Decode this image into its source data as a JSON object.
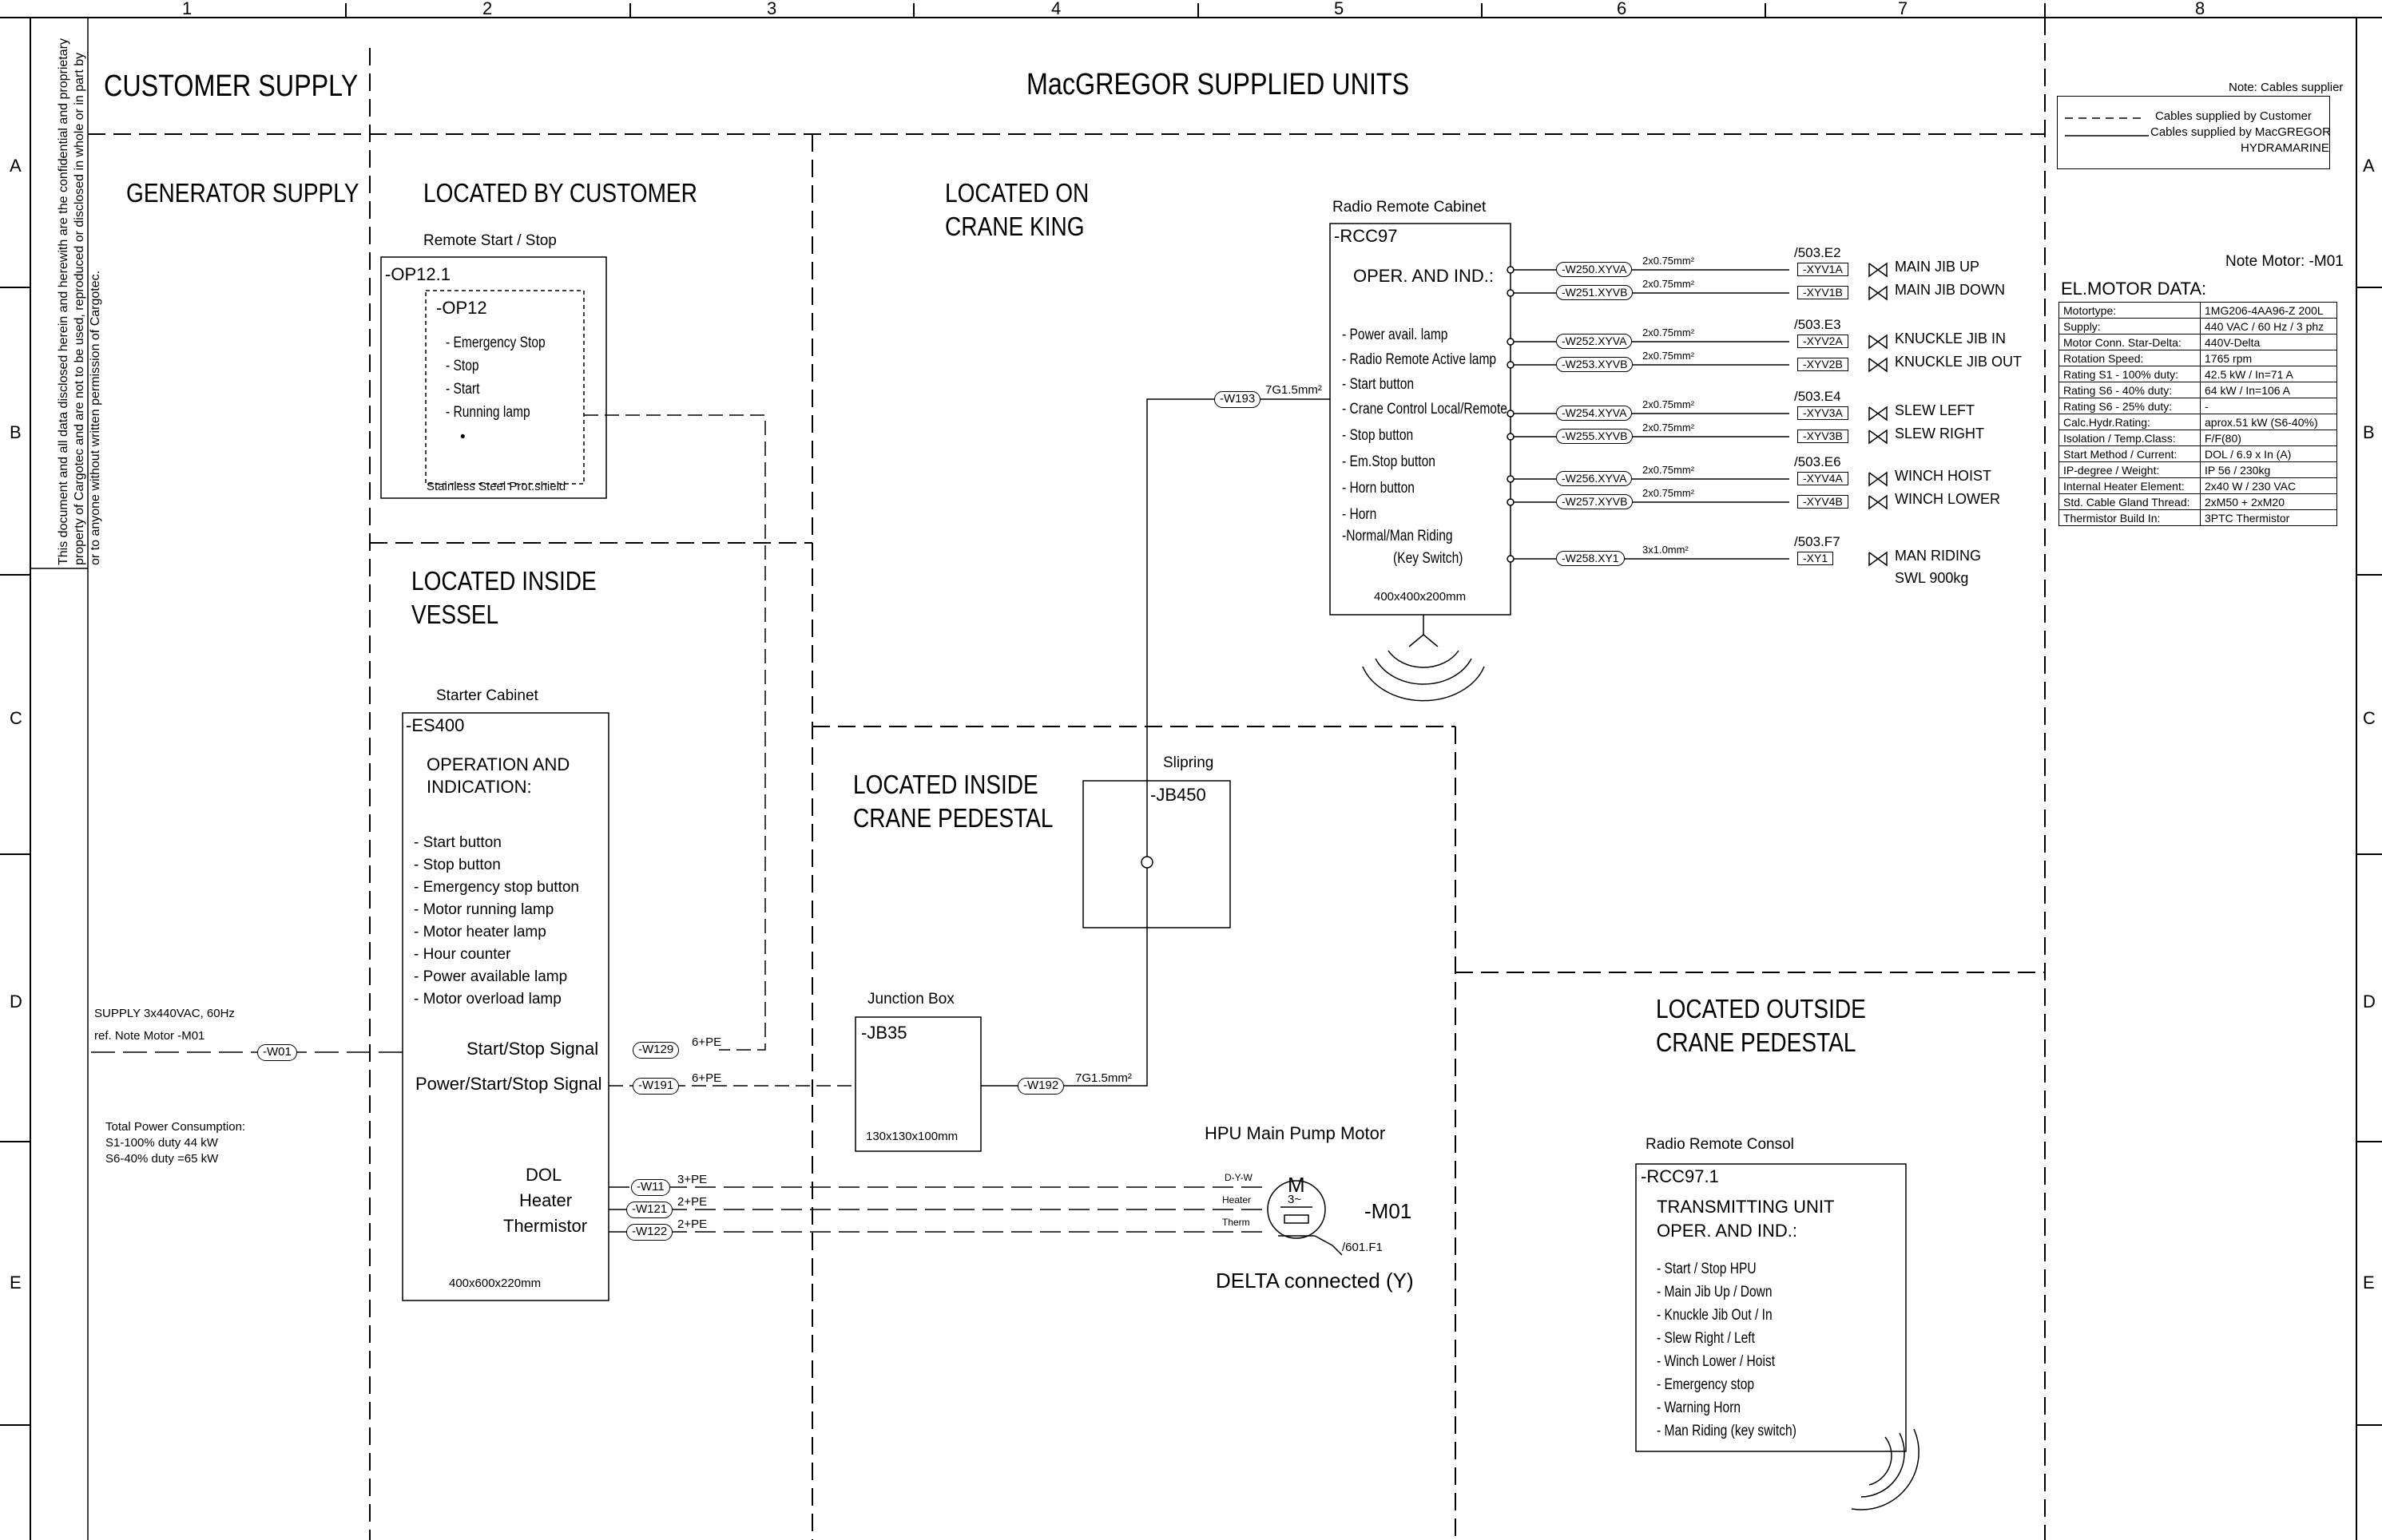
{
  "grid": {
    "columns": [
      "1",
      "2",
      "3",
      "4",
      "5",
      "6",
      "7",
      "8"
    ],
    "rows": [
      "A",
      "B",
      "C",
      "D",
      "E"
    ]
  },
  "header": {
    "customer": "CUSTOMER SUPPLY",
    "macgregor": "MacGREGOR SUPPLIED UNITS"
  },
  "side_note": "This document and all data disclosed herein and herewith are the confidential and proprietary property of Cargotec and are not to be used, reproduced or disclosed in whole or in part by or to anyone without written permission of Cargotec.",
  "regions": {
    "generator_supply": "GENERATOR SUPPLY",
    "by_customer": "LOCATED BY CUSTOMER",
    "crane_king": [
      "LOCATED ON",
      "CRANE KING"
    ],
    "inside_vessel": [
      "LOCATED INSIDE",
      "VESSEL"
    ],
    "pedestal": [
      "LOCATED INSIDE",
      "CRANE PEDESTAL"
    ],
    "outside": [
      "LOCATED OUTSIDE",
      "CRANE PEDESTAL"
    ]
  },
  "legend": {
    "note": "Note: Cables supplier",
    "customer": "Cables supplied by Customer",
    "macgregor": [
      "Cables supplied by MacGREGOR",
      "HYDRAMARINE"
    ]
  },
  "op12": {
    "title": "Remote Start / Stop",
    "outer_id": "-OP12.1",
    "inner_id": "-OP12",
    "items": [
      "- Emergency Stop",
      "- Stop",
      "- Start",
      "- Running lamp"
    ],
    "dot": "•",
    "footer": "Stainless Steel Prot.shield"
  },
  "es400": {
    "title": "Starter Cabinet",
    "id": "-ES400",
    "heading": [
      "OPERATION AND",
      "INDICATION:"
    ],
    "items": [
      "- Start button",
      "- Stop button",
      "- Emergency stop button",
      "- Motor running lamp",
      "- Motor heater lamp",
      "- Hour counter",
      "- Power available lamp",
      "- Motor overload lamp"
    ],
    "signals": [
      "Start/Stop Signal",
      "Power/Start/Stop Signal"
    ],
    "motor_signals": [
      "DOL",
      "Heater",
      "Thermistor"
    ],
    "size": "400x600x220mm"
  },
  "supply": {
    "lines": [
      "SUPPLY 3x440VAC, 60Hz",
      "ref. Note Motor -M01"
    ],
    "consumption": [
      "Total Power Consumption:",
      "S1-100% duty 44 kW",
      "S6-40% duty =65 kW"
    ]
  },
  "rcc97": {
    "title": "Radio Remote Cabinet",
    "id": "-RCC97",
    "heading": "OPER. AND IND.:",
    "items": [
      "- Power avail. lamp",
      "- Radio Remote Active lamp",
      "- Start button",
      "- Crane Control Local/Remote",
      "- Stop button",
      "- Em.Stop button",
      "- Horn button",
      "- Horn",
      "-Normal/Man Riding",
      "(Key Switch)"
    ],
    "size": "400x400x200mm"
  },
  "valves": [
    {
      "ref": "/503.E2",
      "rows": [
        {
          "cable": "-W250.XYVA",
          "spec": "2x0.75mm²",
          "tag": "-XYV1A",
          "label": "MAIN JIB UP"
        },
        {
          "cable": "-W251.XYVB",
          "spec": "2x0.75mm²",
          "tag": "-XYV1B",
          "label": "MAIN JIB DOWN"
        }
      ]
    },
    {
      "ref": "/503.E3",
      "rows": [
        {
          "cable": "-W252.XYVA",
          "spec": "2x0.75mm²",
          "tag": "-XYV2A",
          "label": "KNUCKLE JIB IN"
        },
        {
          "cable": "-W253.XYVB",
          "spec": "2x0.75mm²",
          "tag": "-XYV2B",
          "label": "KNUCKLE JIB OUT"
        }
      ]
    },
    {
      "ref": "/503.E4",
      "rows": [
        {
          "cable": "-W254.XYVA",
          "spec": "2x0.75mm²",
          "tag": "-XYV3A",
          "label": "SLEW LEFT"
        },
        {
          "cable": "-W255.XYVB",
          "spec": "2x0.75mm²",
          "tag": "-XYV3B",
          "label": "SLEW RIGHT"
        }
      ]
    },
    {
      "ref": "/503.E6",
      "rows": [
        {
          "cable": "-W256.XYVA",
          "spec": "2x0.75mm²",
          "tag": "-XYV4A",
          "label": "WINCH HOIST"
        },
        {
          "cable": "-W257.XYVB",
          "spec": "2x0.75mm²",
          "tag": "-XYV4B",
          "label": "WINCH LOWER"
        }
      ]
    },
    {
      "ref": "/503.F7",
      "rows": [
        {
          "cable": "-W258.XY1",
          "spec": "3x1.0mm²",
          "tag": "-XY1",
          "label": "MAN RIDING",
          "label2": "SWL 900kg"
        }
      ]
    }
  ],
  "slipring": {
    "title": "Slipring",
    "id": "-JB450"
  },
  "jb35": {
    "title": "Junction Box",
    "id": "-JB35",
    "size": "130x130x100mm"
  },
  "cables": {
    "w193": "-W193",
    "w193_spec": "7G1.5mm²",
    "w192": "-W192",
    "w192_spec": "7G1.5mm²",
    "w129": "-W129",
    "w129_spec": "6+PE",
    "w191": "-W191",
    "w191_spec": "6+PE",
    "w11": "-W11",
    "w11_spec": "3+PE",
    "w121": "-W121",
    "w121_spec": "2+PE",
    "w122": "-W122",
    "w122_spec": "2+PE",
    "w01": "-W01"
  },
  "motor": {
    "title": "HPU Main Pump Motor",
    "symbol": "M",
    "phase": "3~",
    "id": "-M01",
    "ref": "/601.F1",
    "connection": "DELTA connected (Y)",
    "terminals": [
      "D-Y-W",
      "Heater",
      "Therm"
    ]
  },
  "motor_data": {
    "note": "Note Motor:  -M01",
    "title": "EL.MOTOR DATA:",
    "rows": [
      [
        "Motortype:",
        "1MG206-4AA96-Z 200L"
      ],
      [
        "Supply:",
        "440 VAC / 60 Hz / 3 phz"
      ],
      [
        "Motor Conn. Star-Delta:",
        "440V-Delta"
      ],
      [
        "Rotation Speed:",
        "1765 rpm"
      ],
      [
        "Rating S1 - 100% duty:",
        "42.5 kW / In=71 A"
      ],
      [
        "Rating S6 - 40% duty:",
        "64 kW / In=106 A"
      ],
      [
        "Rating S6 - 25% duty:",
        "-"
      ],
      [
        "Calc.Hydr.Rating:",
        "aprox.51 kW (S6-40%)"
      ],
      [
        "Isolation / Temp.Class:",
        "F/F(80)"
      ],
      [
        "Start Method / Current:",
        "DOL / 6.9 x In (A)"
      ],
      [
        "IP-degree / Weight:",
        "IP 56 / 230kg"
      ],
      [
        "Internal Heater Element:",
        "2x40 W / 230 VAC"
      ],
      [
        "Std. Cable Gland Thread:",
        "2xM50 + 2xM20"
      ],
      [
        "Thermistor Build In:",
        "3PTC Thermistor"
      ]
    ]
  },
  "rcc971": {
    "title": "Radio Remote Consol",
    "id": "-RCC97.1",
    "heading": [
      "TRANSMITTING UNIT",
      "OPER. AND IND.:"
    ],
    "items": [
      "- Start / Stop HPU",
      "- Main Jib Up / Down",
      "- Knuckle Jib Out / In",
      "- Slew Right / Left",
      "- Winch Lower / Hoist",
      "- Emergency stop",
      "- Warning Horn",
      "- Man Riding (key switch)"
    ]
  }
}
